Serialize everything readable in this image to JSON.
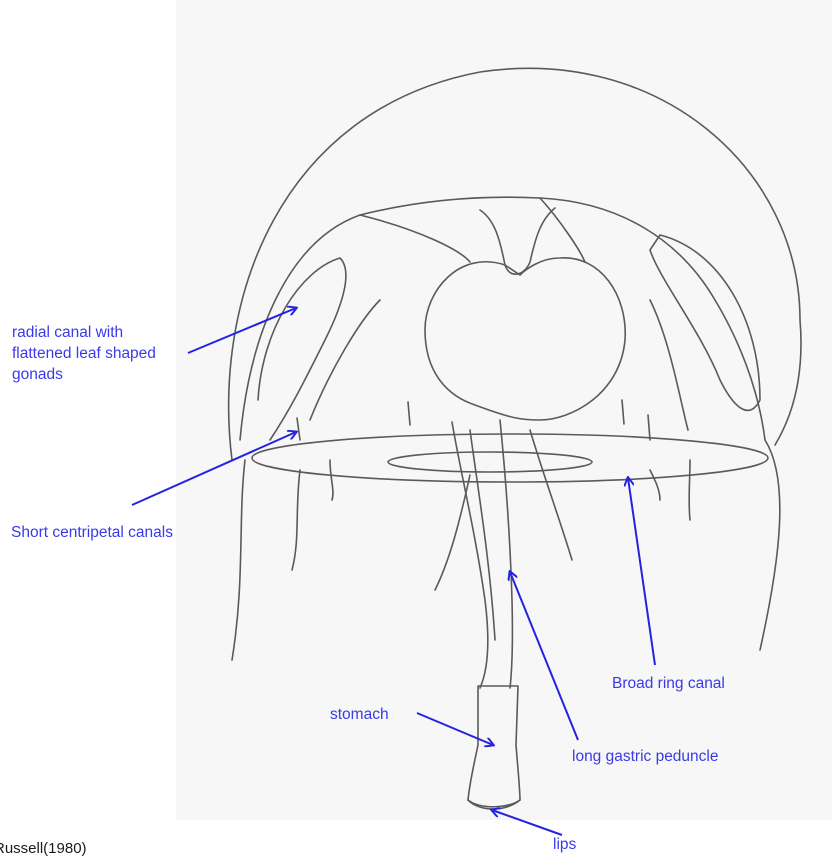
{
  "labels": {
    "radial_canal_line1": "radial canal with",
    "radial_canal_line2": "flattened leaf shaped",
    "radial_canal_line3": "gonads",
    "centripetal": "Short centripetal canals",
    "ring_canal": "Broad ring canal",
    "stomach": "stomach",
    "peduncle": "long gastric peduncle",
    "lips": "lips"
  },
  "credit": "Russell(1980)",
  "colors": {
    "label_text": "#3a3ae8",
    "arrow": "#2323e0",
    "drawing_line": "#5a5a5a",
    "panel_bg": "#f7f7f7"
  }
}
